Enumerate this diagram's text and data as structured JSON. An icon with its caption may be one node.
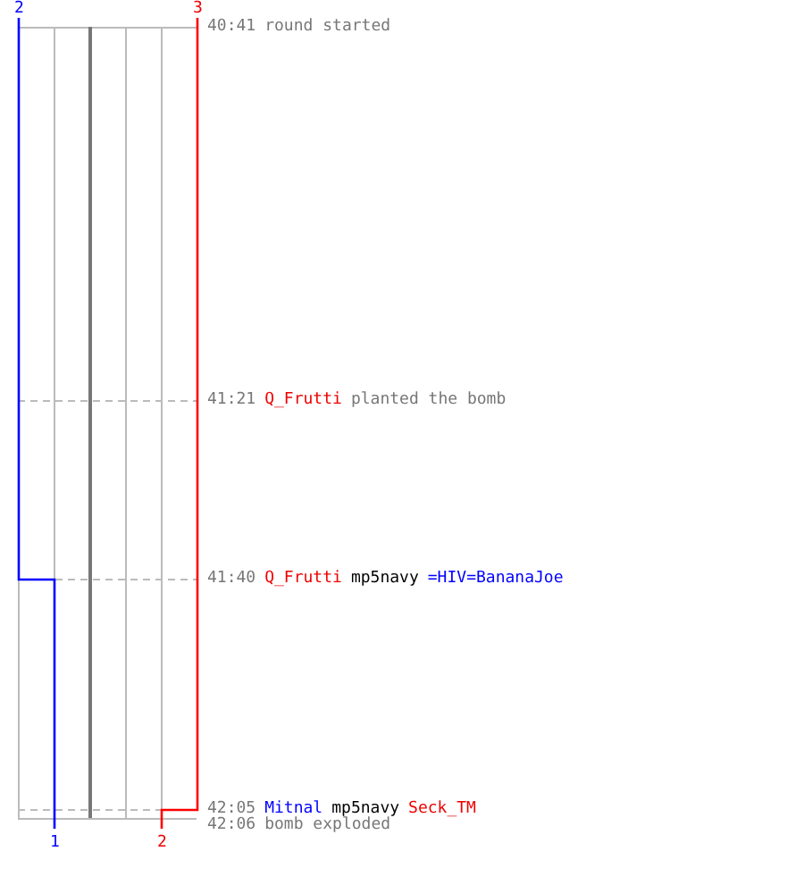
{
  "diagram": {
    "labels": [
      "2",
      "3",
      "40:41",
      "round started",
      "41:21",
      "Q_Frutti",
      "planted the bomb",
      "41:40",
      "Q_Frutti",
      "mp5navy",
      "=HIV=BananaJoe",
      "42:05",
      "Mitnal",
      "mp5navy",
      "Seck_TM",
      "42:06",
      "bomb exploded",
      "1",
      "2"
    ]
  }
}
